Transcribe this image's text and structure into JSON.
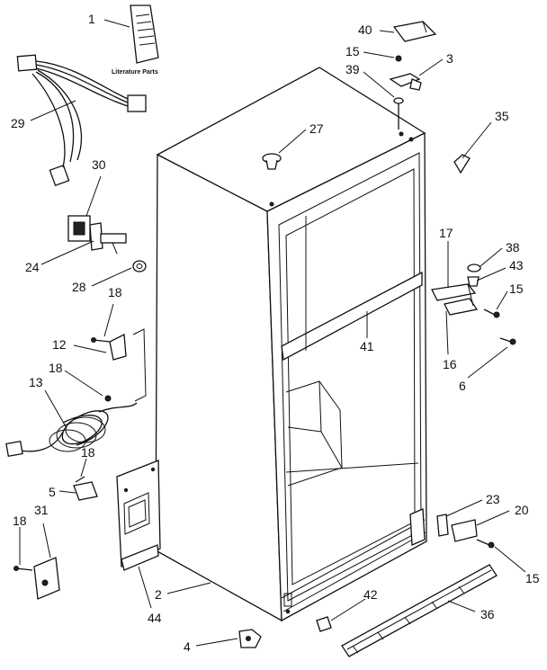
{
  "literature_caption": "Literature Parts",
  "callouts": [
    "1",
    "40",
    "15",
    "3",
    "39",
    "35",
    "29",
    "27",
    "30",
    "24",
    "28",
    "18",
    "17",
    "38",
    "43",
    "15",
    "12",
    "41",
    "16",
    "6",
    "18",
    "13",
    "18",
    "5",
    "23",
    "20",
    "18",
    "31",
    "15",
    "2",
    "42",
    "44",
    "36",
    "4"
  ]
}
